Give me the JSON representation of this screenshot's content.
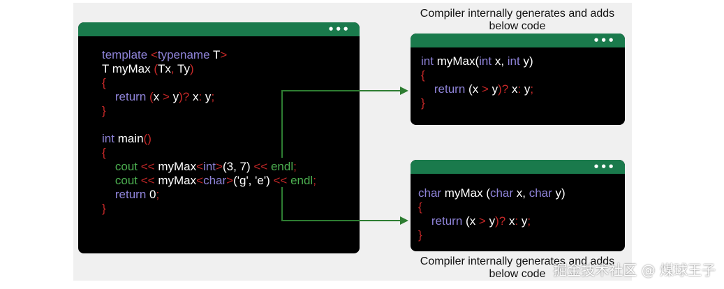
{
  "main_window": {
    "menu_dots": "•••",
    "lines": [
      [
        {
          "t": "template ",
          "c": "kw"
        },
        {
          "t": "<",
          "c": "cr"
        },
        {
          "t": "typename ",
          "c": "kw"
        },
        {
          "t": "T",
          "c": ""
        },
        {
          "t": ">",
          "c": "cr"
        }
      ],
      [
        {
          "t": "T myMax ",
          "c": ""
        },
        {
          "t": "(",
          "c": "cr"
        },
        {
          "t": "Tx",
          "c": ""
        },
        {
          "t": ", ",
          "c": "cr"
        },
        {
          "t": "Ty",
          "c": ""
        },
        {
          "t": ")",
          "c": "cr"
        }
      ],
      [
        {
          "t": "{",
          "c": "cr"
        }
      ],
      [
        {
          "t": "    return ",
          "c": "kw"
        },
        {
          "t": "(",
          "c": "cr"
        },
        {
          "t": "x ",
          "c": ""
        },
        {
          "t": ">",
          "c": "cr"
        },
        {
          "t": " y",
          "c": ""
        },
        {
          "t": ")?",
          "c": "cr"
        },
        {
          "t": " x",
          "c": ""
        },
        {
          "t": ":",
          "c": "cr"
        },
        {
          "t": " y",
          "c": ""
        },
        {
          "t": ";",
          "c": "cr"
        }
      ],
      [
        {
          "t": "}",
          "c": "cr"
        }
      ],
      [],
      [
        {
          "t": "int ",
          "c": "kw"
        },
        {
          "t": "main",
          "c": ""
        },
        {
          "t": "()",
          "c": "cr"
        }
      ],
      [
        {
          "t": "{",
          "c": "cr"
        }
      ],
      [
        {
          "t": "    cout ",
          "c": "gr"
        },
        {
          "t": "<< ",
          "c": "cr"
        },
        {
          "t": "myMax",
          "c": ""
        },
        {
          "t": "<",
          "c": "cr"
        },
        {
          "t": "int",
          "c": "kw"
        },
        {
          "t": ">",
          "c": "cr"
        },
        {
          "t": "(3, 7) ",
          "c": ""
        },
        {
          "t": "<< ",
          "c": "cr"
        },
        {
          "t": "endl",
          "c": "gr"
        },
        {
          "t": ";",
          "c": "cr"
        }
      ],
      [
        {
          "t": "    cout ",
          "c": "gr"
        },
        {
          "t": "<< ",
          "c": "cr"
        },
        {
          "t": "myMax",
          "c": ""
        },
        {
          "t": "<",
          "c": "cr"
        },
        {
          "t": "char",
          "c": "kw"
        },
        {
          "t": ">",
          "c": "cr"
        },
        {
          "t": "('g', 'e') ",
          "c": ""
        },
        {
          "t": "<< ",
          "c": "cr"
        },
        {
          "t": "endl",
          "c": "gr"
        },
        {
          "t": ";",
          "c": "cr"
        }
      ],
      [
        {
          "t": "    return ",
          "c": "kw"
        },
        {
          "t": "0",
          "c": ""
        },
        {
          "t": ";",
          "c": "cr"
        }
      ],
      [
        {
          "t": "}",
          "c": "cr"
        }
      ]
    ]
  },
  "int_window": {
    "caption": "Compiler internally generates and adds below code",
    "menu_dots": "•••",
    "lines": [
      [
        {
          "t": "int ",
          "c": "kw"
        },
        {
          "t": "myMax(",
          "c": ""
        },
        {
          "t": "int ",
          "c": "kw"
        },
        {
          "t": "x, ",
          "c": ""
        },
        {
          "t": "int ",
          "c": "kw"
        },
        {
          "t": "y)",
          "c": ""
        }
      ],
      [
        {
          "t": "{",
          "c": "cr"
        }
      ],
      [
        {
          "t": "    return ",
          "c": "kw"
        },
        {
          "t": "(x ",
          "c": ""
        },
        {
          "t": ">",
          "c": "cr"
        },
        {
          "t": " y",
          "c": ""
        },
        {
          "t": ")?",
          "c": "cr"
        },
        {
          "t": " x",
          "c": ""
        },
        {
          "t": ":",
          "c": "cr"
        },
        {
          "t": " y",
          "c": ""
        },
        {
          "t": ";",
          "c": "cr"
        }
      ],
      [
        {
          "t": "}",
          "c": "cr"
        }
      ]
    ]
  },
  "char_window": {
    "caption": "Compiler internally generates and adds below code",
    "menu_dots": "•••",
    "lines": [
      [
        {
          "t": "char ",
          "c": "kw"
        },
        {
          "t": "myMax (",
          "c": ""
        },
        {
          "t": "char ",
          "c": "kw"
        },
        {
          "t": "x, ",
          "c": ""
        },
        {
          "t": "char ",
          "c": "kw"
        },
        {
          "t": "y)",
          "c": ""
        }
      ],
      [
        {
          "t": "{",
          "c": "cr"
        }
      ],
      [
        {
          "t": "    return ",
          "c": "kw"
        },
        {
          "t": "(x ",
          "c": ""
        },
        {
          "t": ">",
          "c": "cr"
        },
        {
          "t": " y",
          "c": ""
        },
        {
          "t": ")?",
          "c": "cr"
        },
        {
          "t": " x",
          "c": ""
        },
        {
          "t": ":",
          "c": "cr"
        },
        {
          "t": " y",
          "c": ""
        },
        {
          "t": ";",
          "c": "cr"
        }
      ],
      [
        {
          "t": "}",
          "c": "cr"
        }
      ]
    ]
  },
  "watermark": "掘金技术社区 @ 煤球王子",
  "colors": {
    "bar": "#1a7a4c",
    "arrow": "#2e7d32",
    "keyword": "#8e83d8",
    "punct": "#c62828",
    "stream": "#4caf50"
  }
}
